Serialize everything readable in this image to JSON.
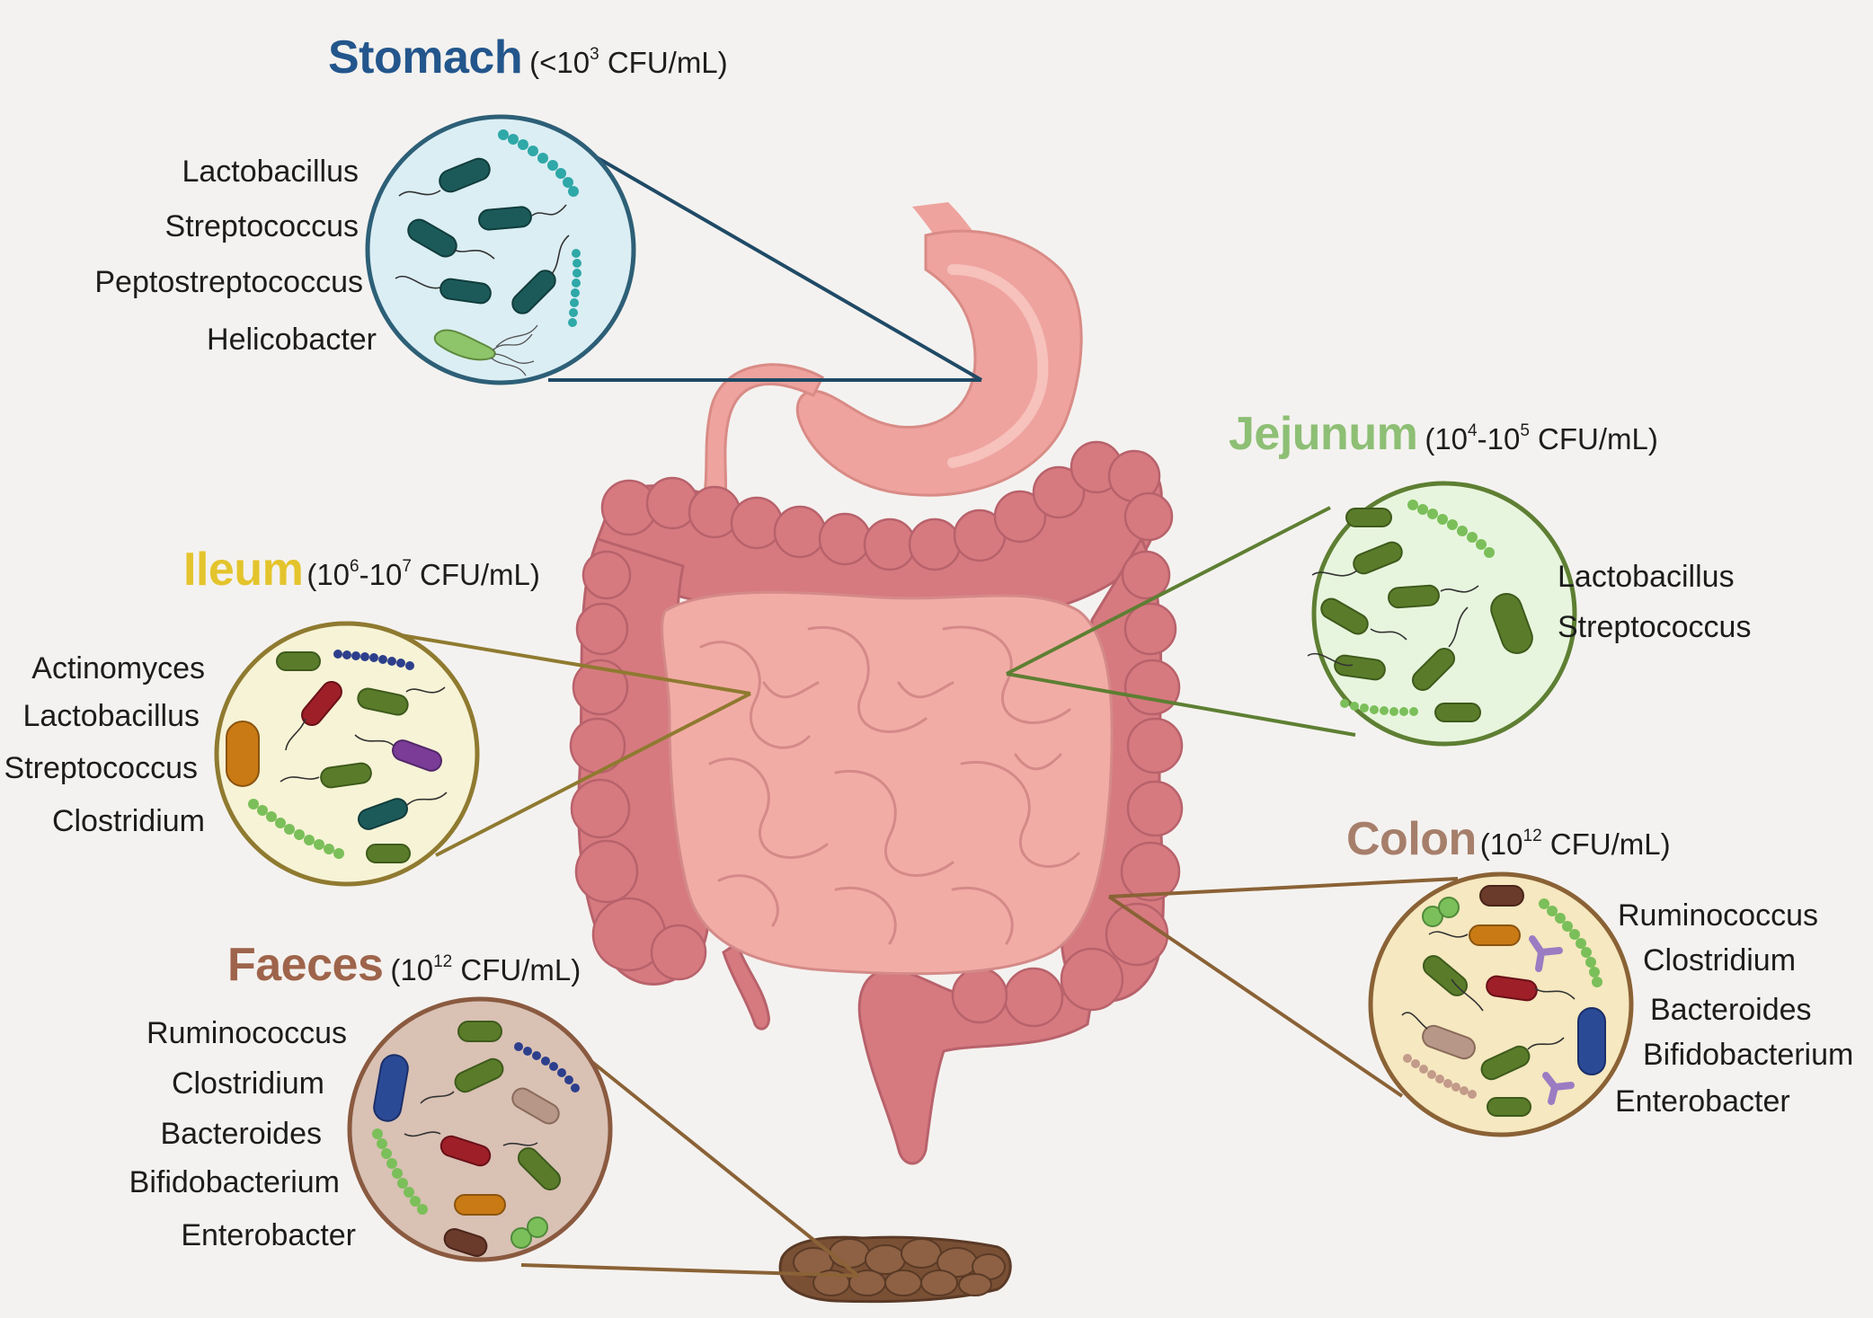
{
  "regions": {
    "stomach": {
      "name": "Stomach",
      "conc_pre": "(<10",
      "conc_exp": "3",
      "conc_post": " CFU/mL)",
      "color": "#23568c",
      "bacteria": [
        "Lactobacillus",
        "Streptococcus",
        "Peptostreptococcus",
        "Helicobacter"
      ]
    },
    "jejunum": {
      "name": "Jejunum",
      "conc_a": "(10",
      "conc_exp1": "4",
      "conc_mid": "-10",
      "conc_exp2": "5",
      "conc_post": " CFU/mL)",
      "color": "#8dbf74",
      "bacteria": [
        "Lactobacillus",
        "Streptococcus"
      ]
    },
    "ileum": {
      "name": "Ileum",
      "conc_a": "(10",
      "conc_exp1": "6",
      "conc_mid": "-10",
      "conc_exp2": "7",
      "conc_post": " CFU/mL)",
      "color": "#e4c42c",
      "bacteria": [
        "Actinomyces",
        "Lactobacillus",
        "Streptococcus",
        "Clostridium"
      ]
    },
    "colon": {
      "name": "Colon",
      "conc_pre": "(10",
      "conc_exp": "12",
      "conc_post": " CFU/mL)",
      "color": "#a67f6b",
      "bacteria": [
        "Ruminococcus",
        "Clostridium",
        "Bacteroides",
        "Bifidobacterium",
        "Enterobacter"
      ]
    },
    "faeces": {
      "name": "Faeces",
      "conc_pre": "(10",
      "conc_exp": "12",
      "conc_post": " CFU/mL)",
      "color": "#9e644b",
      "bacteria": [
        "Ruminococcus",
        "Clostridium",
        "Bacteroides",
        "Bifidobacterium",
        "Enterobacter"
      ]
    }
  },
  "colors": {
    "background": "#f4f2f0",
    "stomach_tissue": "#eea39e",
    "colon_tissue": "#d67a80",
    "small_intestine": "#f2aca6",
    "stomach_circle_bg": "#dbeef4",
    "jejunum_circle_bg": "#e8f5de",
    "ileum_circle_bg": "#f7f3d6",
    "colon_circle_bg": "#f6e8c0",
    "faeces_circle_bg": "#d9c1b4"
  }
}
